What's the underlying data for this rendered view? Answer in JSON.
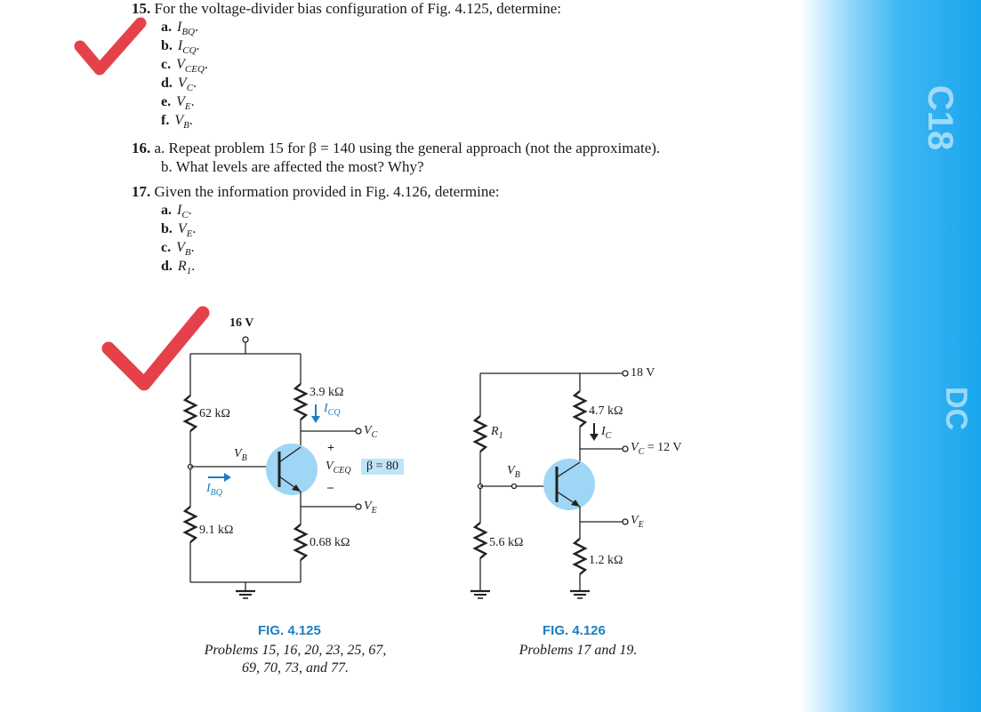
{
  "problems": {
    "p15": {
      "number": "15.",
      "text": "For the voltage-divider bias configuration of Fig. 4.125, determine:",
      "items": [
        {
          "letter": "a.",
          "var": "I",
          "sub": "BQ",
          "suffix": "."
        },
        {
          "letter": "b.",
          "var": "I",
          "sub": "CQ",
          "suffix": "."
        },
        {
          "letter": "c.",
          "var": "V",
          "sub": "CEQ",
          "suffix": "."
        },
        {
          "letter": "d.",
          "var": "V",
          "sub": "C",
          "suffix": "."
        },
        {
          "letter": "e.",
          "var": "V",
          "sub": "E",
          "suffix": "."
        },
        {
          "letter": "f.",
          "var": "V",
          "sub": "B",
          "suffix": "."
        }
      ]
    },
    "p16": {
      "number": "16.",
      "a": "a. Repeat problem 15 for β = 140 using the general approach (not the approximate).",
      "b": "b. What levels are affected the most? Why?"
    },
    "p17": {
      "number": "17.",
      "text": "Given the information provided in Fig. 4.126, determine:",
      "items": [
        {
          "letter": "a.",
          "var": "I",
          "sub": "C",
          "suffix": "."
        },
        {
          "letter": "b.",
          "var": "V",
          "sub": "E",
          "suffix": "."
        },
        {
          "letter": "c.",
          "var": "V",
          "sub": "B",
          "suffix": "."
        },
        {
          "letter": "d.",
          "var": "R",
          "sub": "1",
          "suffix": "."
        }
      ]
    }
  },
  "fig125": {
    "supply": "16 V",
    "r1": "62 kΩ",
    "r2": "9.1 kΩ",
    "rc": "3.9 kΩ",
    "re": "0.68 kΩ",
    "beta": "β = 80",
    "icq": "I",
    "icq_sub": "CQ",
    "ibq": "I",
    "ibq_sub": "BQ",
    "vb": "V",
    "vb_sub": "B",
    "vc": "V",
    "vc_sub": "C",
    "ve": "V",
    "ve_sub": "E",
    "vce": "V",
    "vce_sub": "CEQ",
    "plus": "+",
    "minus": "–",
    "title": "FIG. 4.125",
    "caption_line1": "Problems 15, 16, 20, 23, 25, 67,",
    "caption_line2": "69, 70, 73, and 77."
  },
  "fig126": {
    "supply": "18 V",
    "r1": "R",
    "r1_sub": "1",
    "r2": "5.6 kΩ",
    "rc": "4.7 kΩ",
    "re": "1.2 kΩ",
    "ic": "I",
    "ic_sub": "C",
    "vc": "V",
    "vc_sub": "C",
    "vc_value": " = 12 V",
    "vb": "V",
    "vb_sub": "B",
    "ve": "V",
    "ve_sub": "E",
    "title": "FIG. 4.126",
    "caption": "Problems 17 and 19."
  },
  "colors": {
    "accent_blue": "#1a7fc0",
    "transistor_fill": "#9fd6f5",
    "check_red": "#e0202a",
    "side_blue": "#1aa6ee"
  },
  "icons": [
    "checkmark-icon",
    "checkmark-icon"
  ]
}
